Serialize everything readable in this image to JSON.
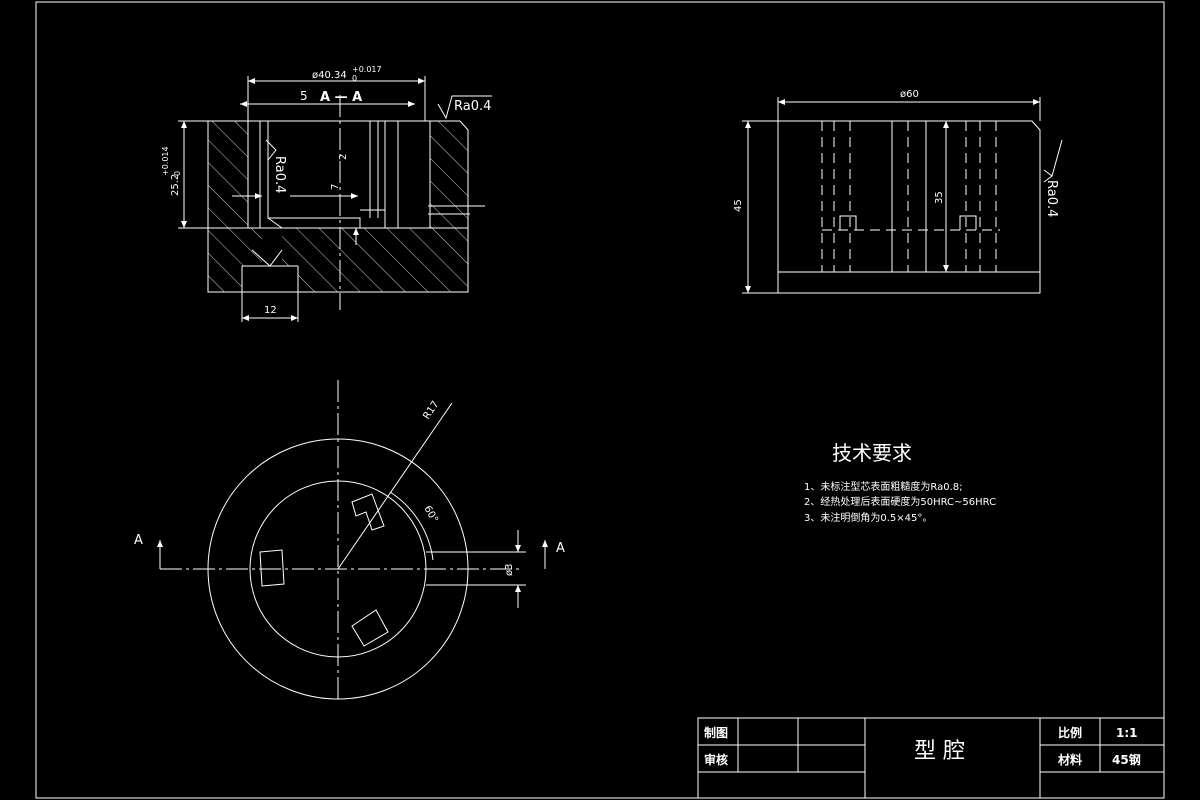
{
  "section_label": "A — A",
  "section_index": "5",
  "dims": {
    "bore_dia": "ø40.34",
    "bore_tol_upper": "+0.017",
    "bore_tol_lower": "0",
    "height": "25.2",
    "height_tol_upper": "+0.014",
    "height_tol_lower": "0",
    "slot_width": "12",
    "small_2": "2",
    "small_7": "7",
    "outer_dia": "ø60",
    "total_height": "45",
    "inner_height": "35",
    "radius": "R17",
    "angle": "60°",
    "hole_dia": "ø3"
  },
  "roughness": {
    "top": "Ra0.4",
    "inner": "Ra0.4",
    "side": "Ra0.4"
  },
  "section_markers": {
    "left": "A",
    "right": "A"
  },
  "tech_req": {
    "title": "技术要求",
    "items": [
      "1、未标注型芯表面粗糙度为Ra0.8;",
      "2、经热处理后表面硬度为50HRC~56HRC",
      "3、未注明倒角为0.5×45°。"
    ]
  },
  "title_block": {
    "drawn_label": "制图",
    "check_label": "审核",
    "part_name": "型 腔",
    "scale_label": "比例",
    "scale_value": "1:1",
    "material_label": "材料",
    "material_value": "45钢"
  },
  "colors": {
    "background": "#000000",
    "lines": "#ffffff"
  }
}
